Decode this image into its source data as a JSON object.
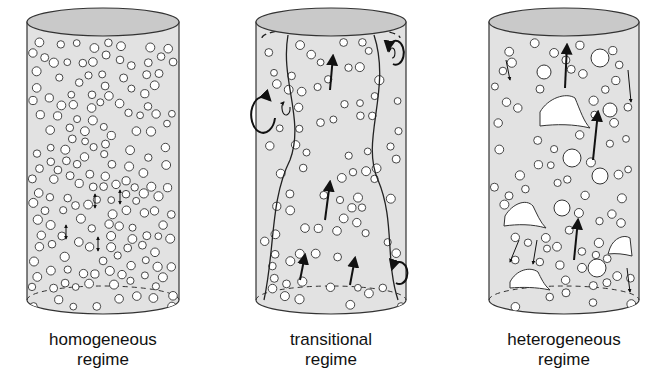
{
  "diagram": {
    "labels": [
      "homogeneous regime",
      "transitional regime",
      "heterogeneous regime"
    ]
  }
}
